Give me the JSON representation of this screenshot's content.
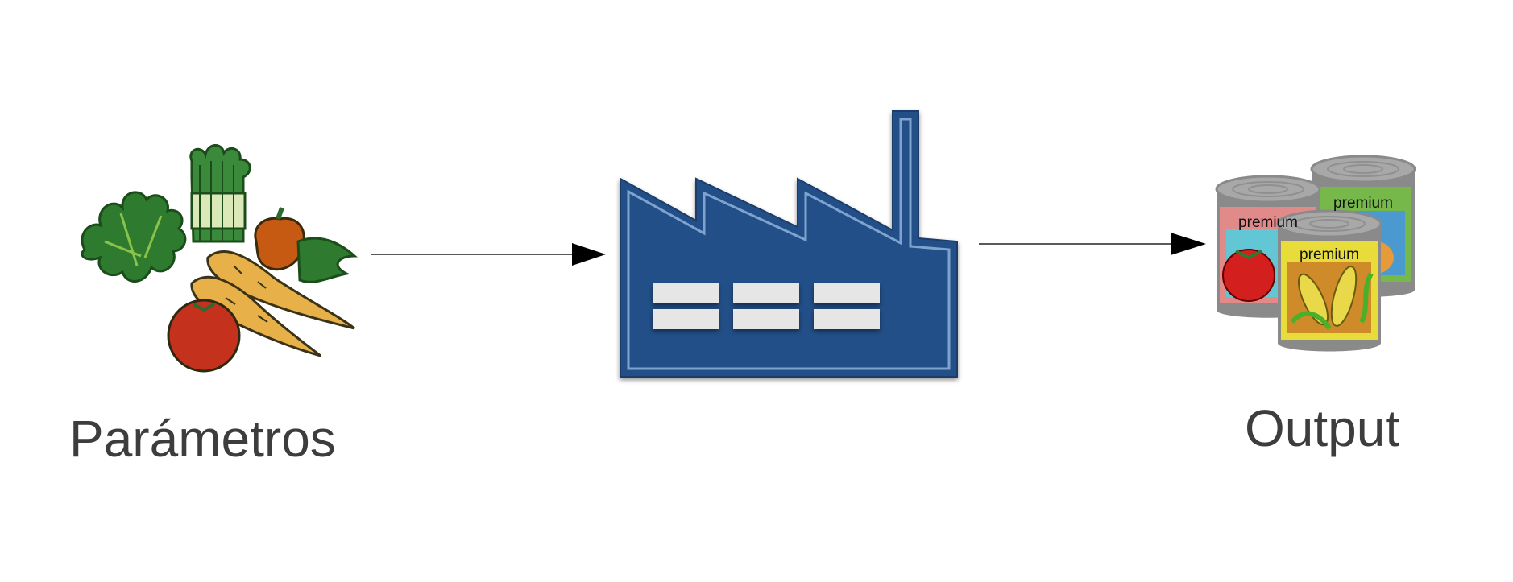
{
  "diagram": {
    "input": {
      "label": "Parámetros",
      "icon": "vegetables-icon"
    },
    "process": {
      "icon": "factory-icon",
      "color": "#245088"
    },
    "output": {
      "label": "Output",
      "icon": "canned-food-icon",
      "can_labels": [
        "premium",
        "premium",
        "premium"
      ]
    },
    "arrow_color": "#000000"
  }
}
